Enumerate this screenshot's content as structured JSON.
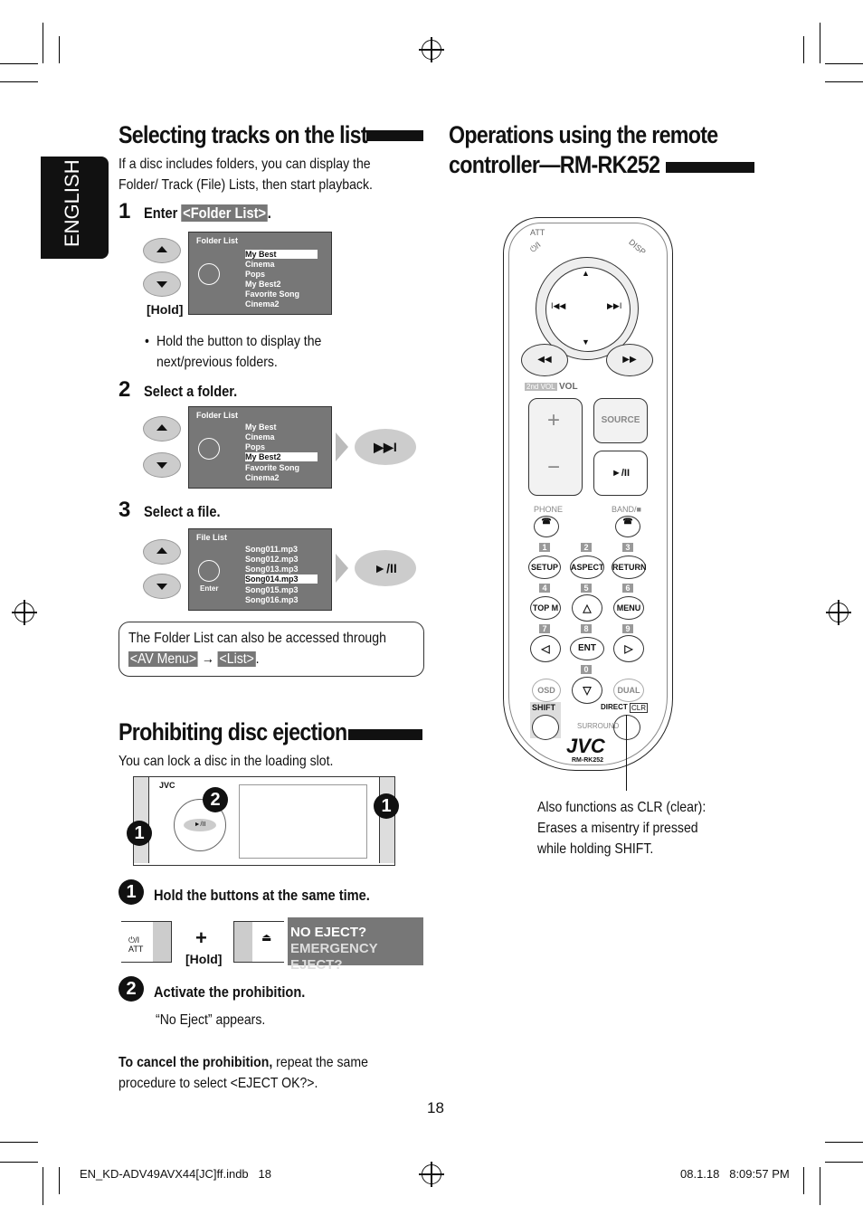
{
  "sidebar_tab": "ENGLISH",
  "left": {
    "title": "Selecting tracks on the list",
    "intro": "If a disc includes folders, you can display the Folder/ Track (File) Lists, then start playback.",
    "step1": {
      "num": "1",
      "label": "Enter",
      "hl": "<Folder List>",
      "end": ".",
      "hold": "[Hold]",
      "note": "Hold the button to display the next/previous folders."
    },
    "step2": {
      "num": "2",
      "label": "Select a folder."
    },
    "step3": {
      "num": "3",
      "label": "Select a file."
    },
    "folder_screen": {
      "title": "Folder List",
      "rows": [
        "My Best",
        "Cinema",
        "Pops",
        "My Best2",
        "Favorite Song",
        "Cinema2"
      ]
    },
    "file_screen": {
      "title": "File List",
      "enter": "Enter",
      "rows": [
        "Song011.mp3",
        "Song012.mp3",
        "Song013.mp3",
        "Song014.mp3",
        "Song015.mp3",
        "Song016.mp3"
      ]
    },
    "notebox": {
      "text": "The Folder List can also be accessed through",
      "hl1": "<AV Menu>",
      "arrow": "→",
      "hl2": "<List>",
      "end": "."
    }
  },
  "eject": {
    "title": "Prohibiting disc ejection",
    "intro": "You can lock a disc in the loading slot.",
    "unit_brand": "JVC",
    "unit_btn": "►/II",
    "callout1": "1",
    "callout2": "2",
    "step1": {
      "label": "Hold the buttons at the same time."
    },
    "att_label": "⏻/I\nATT",
    "plus": "+",
    "hold": "[Hold]",
    "display1": "NO EJECT?",
    "display2": "EMERGENCY EJECT?",
    "step2": {
      "label": "Activate the prohibition.",
      "note": "“No Eject” appears."
    },
    "cancel_bold": "To cancel the prohibition,",
    "cancel_rest": "repeat the same procedure to select <EJECT OK?>."
  },
  "right": {
    "title_line1": "Operations using the remote",
    "title_line2": "controller—RM-RK252",
    "caption": "Also functions as CLR (clear): Erases a misentry if pressed while holding SHIFT.",
    "remote": {
      "att": "ATT",
      "power": "⏻/I",
      "disp": "DISP",
      "vol_tag": "2nd VOL",
      "vol": "VOL",
      "source": "SOURCE",
      "play": "►/II",
      "phone": "PHONE",
      "band": "BAND/■",
      "setup": "SETUP",
      "aspect": "ASPECT",
      "return": "RETURN",
      "topm": "TOP M",
      "menu": "MENU",
      "ent": "ENT",
      "osd": "OSD",
      "dual": "DUAL",
      "shift": "SHIFT",
      "direct": "DIRECT",
      "clr": "CLR",
      "surround": "SURROUND",
      "brand": "JVC",
      "model": "RM-RK252",
      "n1": "1",
      "n2": "2",
      "n3": "3",
      "n4": "4",
      "n5": "5",
      "n6": "6",
      "n7": "7",
      "n8": "8",
      "n9": "9",
      "n0": "0"
    }
  },
  "page_number": "18",
  "footer": {
    "file": "EN_KD-ADV49AVX44[JC]ff.indb   18",
    "date": "08.1.18   8:09:57 PM"
  }
}
